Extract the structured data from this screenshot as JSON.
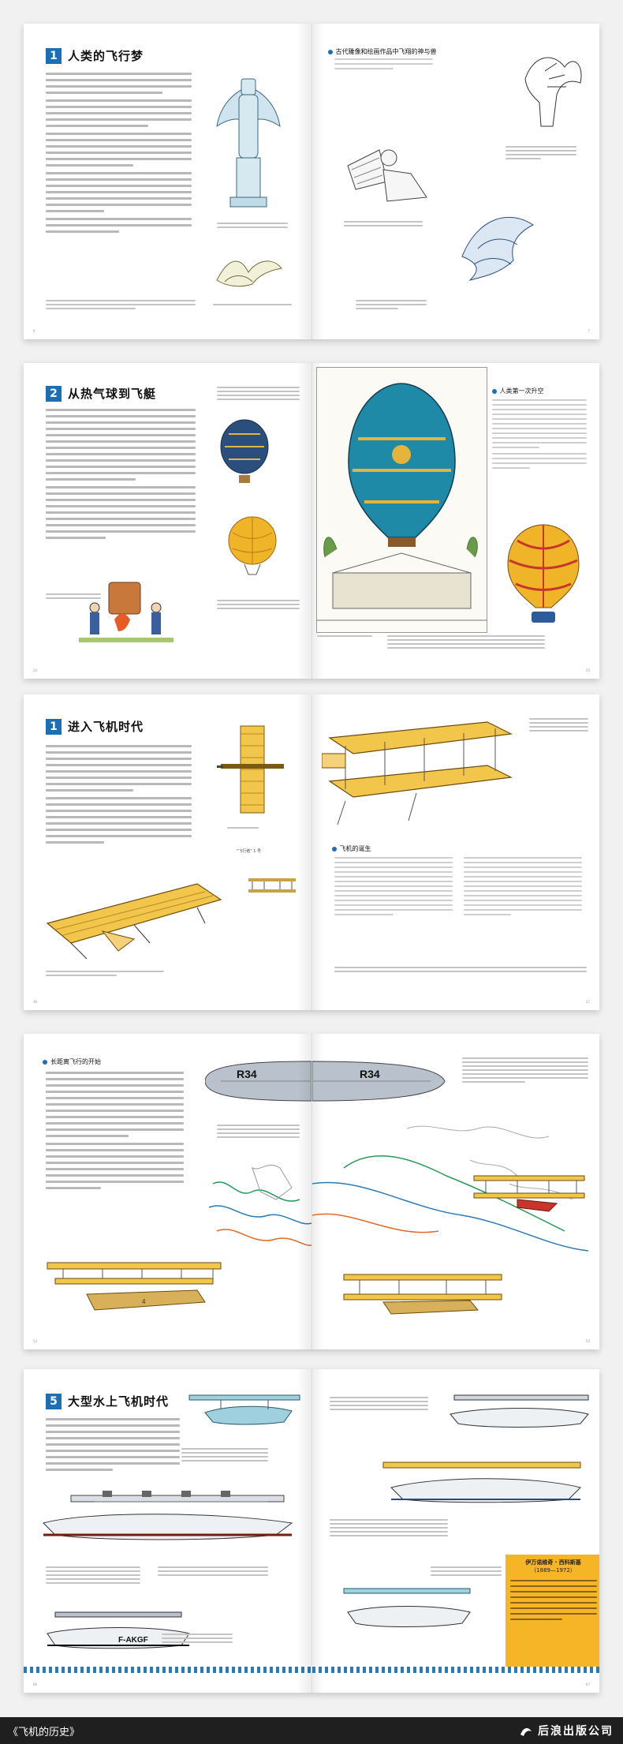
{
  "spreads": [
    {
      "chapter_num": "1",
      "chapter_title": "人类的飞行梦",
      "right_heading": "古代雕像和绘画作品中飞翔的神与兽",
      "page_left": "6",
      "page_right": "7"
    },
    {
      "chapter_num": "2",
      "chapter_title": "从热气球到飞艇",
      "right_heading": "人类第一次升空",
      "page_left": "24",
      "page_right": "25"
    },
    {
      "chapter_num": "1",
      "chapter_title": "进入飞机时代",
      "right_heading": "飞机的诞生",
      "page_left": "36",
      "page_right": "37",
      "flyer_label": "\"飞行者\" 1 号"
    },
    {
      "left_heading": "长距离飞行的开始",
      "airship_label": "R34",
      "page_left": "52",
      "page_right": "53"
    },
    {
      "chapter_num": "5",
      "chapter_title": "大型水上飞机时代",
      "seaplane_reg_1": "F-AKGF",
      "bio_title": "伊万诺维奇 · 西科斯基",
      "bio_years": "（1889—1972）",
      "page_left": "66",
      "page_right": "67"
    }
  ],
  "footer": {
    "book_title": "《飞机的历史》",
    "publisher": "后浪出版公司"
  },
  "colors": {
    "accent_blue": "#1d6fb5",
    "balloon_yellow": "#f0b429",
    "plane_yellow": "#f2c64b",
    "footer_bg": "#1f1f1f",
    "bio_box": "#f5b526"
  }
}
